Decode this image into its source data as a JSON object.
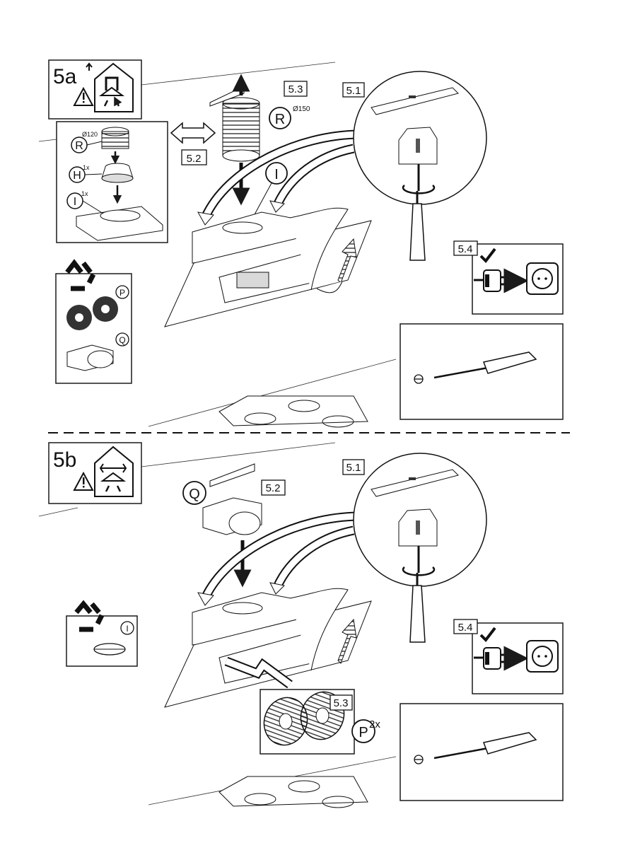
{
  "section_a": {
    "step_label": "5a",
    "duct": {
      "letter": "R",
      "size": "Ø150"
    },
    "adapter_parts": [
      {
        "letter": "R",
        "note": "Ø120"
      },
      {
        "letter": "H",
        "note": "1x"
      },
      {
        "letter": "I",
        "note": "1x"
      }
    ],
    "flange_letter": "I",
    "recycle_parts": [
      {
        "letter": "P"
      },
      {
        "letter": "Q"
      }
    ],
    "steps": {
      "s1": "5.1",
      "s2": "5.2",
      "s3": "5.3",
      "s4": "5.4"
    }
  },
  "section_b": {
    "step_label": "5b",
    "deflector_letter": "Q",
    "recycle_parts": [
      {
        "letter": "I"
      }
    ],
    "filter": {
      "letter": "P",
      "note": "2x"
    },
    "steps": {
      "s1": "5.1",
      "s2": "5.2",
      "s3": "5.3",
      "s4": "5.4"
    }
  },
  "colors": {
    "line": "#1a1a1a",
    "panel": "#ffffff",
    "shade": "#d9d9d9",
    "dark": "#2b2b2b"
  },
  "icons": [
    "warning-triangle-icon",
    "house-exhaust-icon",
    "recycle-icon",
    "plug-socket-icon",
    "check-icon",
    "screwdriver-icon",
    "spirit-level-icon",
    "charcoal-filter-icon"
  ]
}
